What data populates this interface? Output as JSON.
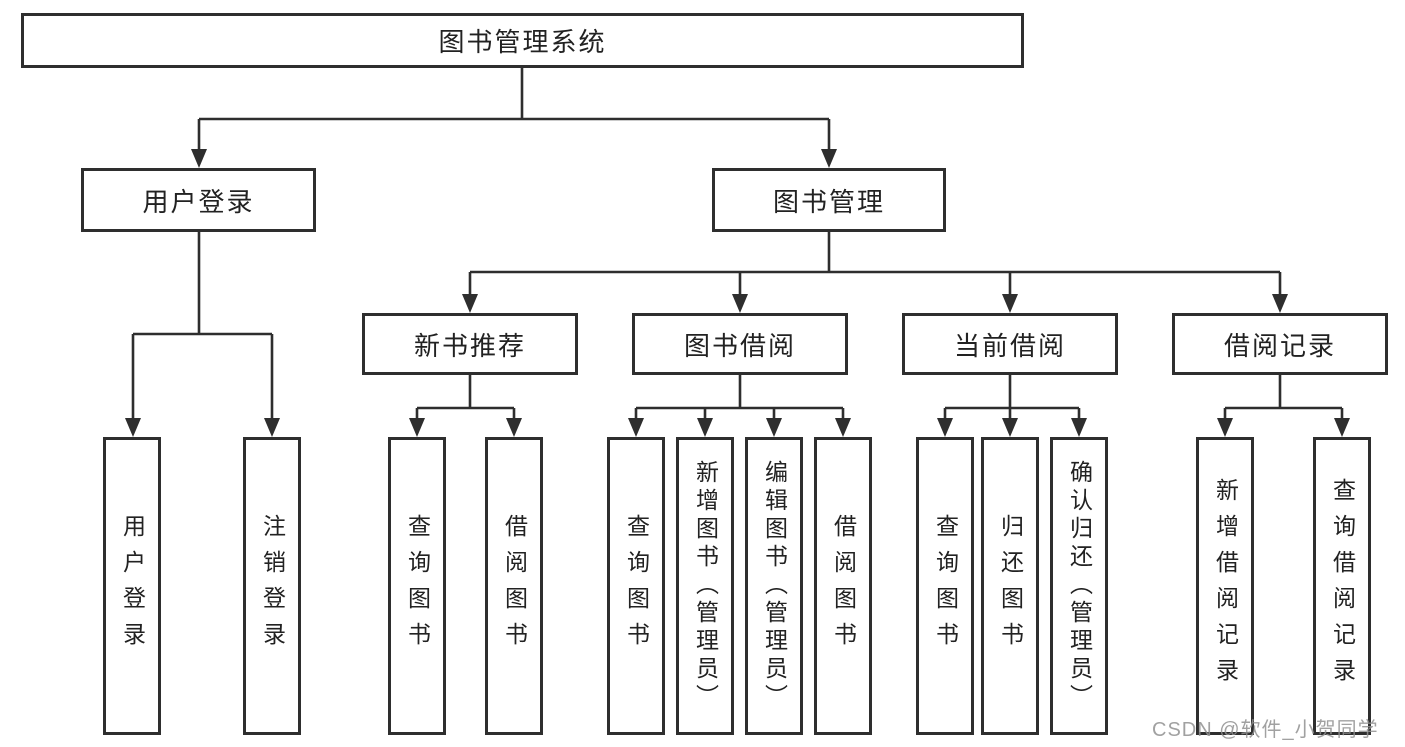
{
  "diagram": {
    "root": {
      "label": "图书管理系统"
    },
    "level2": [
      {
        "label": "用户登录"
      },
      {
        "label": "图书管理"
      }
    ],
    "level3": [
      {
        "label": "新书推荐"
      },
      {
        "label": "图书借阅"
      },
      {
        "label": "当前借阅"
      },
      {
        "label": "借阅记录"
      }
    ],
    "leaves": {
      "user_login": [
        "用户登录",
        "注销登录"
      ],
      "new_book": [
        "查询图书",
        "借阅图书"
      ],
      "book_borrow": [
        "查询图书",
        "新增图书（管理员）",
        "编辑图书（管理员）",
        "借阅图书"
      ],
      "current_borrow": [
        "查询图书",
        "归还图书",
        "确认归还（管理员）"
      ],
      "borrow_records": [
        "新增借阅记录",
        "查询借阅记录"
      ]
    }
  },
  "watermark": {
    "text": "CSDN @软件_小贺同学"
  },
  "colors": {
    "line": "#2e2e2e",
    "text": "#222222",
    "background": "#ffffff",
    "watermark": "#919191"
  }
}
